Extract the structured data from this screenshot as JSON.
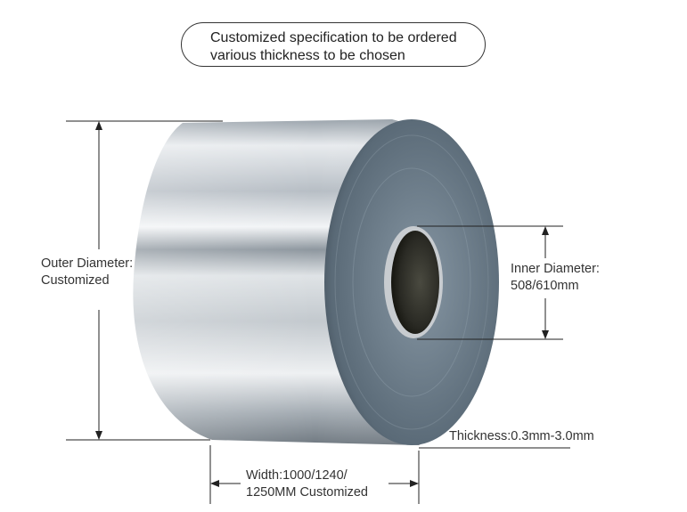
{
  "header": {
    "line1": "Customized specification to be ordered",
    "line2": "various thickness to be chosen"
  },
  "outer_diameter": {
    "line1": "Outer Diameter:",
    "line2": "Customized"
  },
  "inner_diameter": {
    "line1": "Inner Diameter:",
    "line2": "508/610mm"
  },
  "thickness": {
    "label": "Thickness:0.3mm-3.0mm"
  },
  "width": {
    "line1": "Width:1000/1240/",
    "line2": "1250MM Customized"
  },
  "colors": {
    "text": "#333333",
    "dimension_lines": "#222222",
    "coil_silver": "#c9ced3",
    "coil_side": "#5b6b78"
  }
}
